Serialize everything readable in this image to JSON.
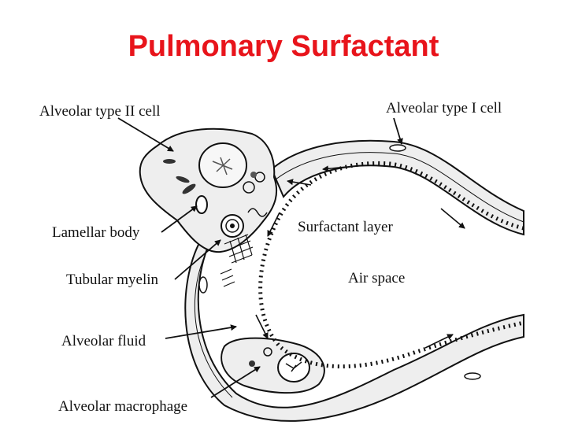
{
  "title": "Pulmonary Surfactant",
  "labels": {
    "type2": "Alveolar type II cell",
    "type1": "Alveolar type I cell",
    "lamellar": "Lamellar body",
    "surfactant": "Surfactant layer",
    "tubular": "Tubular myelin",
    "airspace": "Air space",
    "fluid": "Alveolar fluid",
    "macrophage": "Alveolar macrophage"
  },
  "colors": {
    "title": "#e8141b",
    "ink": "#111111",
    "cell_fill": "#eeeeee"
  }
}
